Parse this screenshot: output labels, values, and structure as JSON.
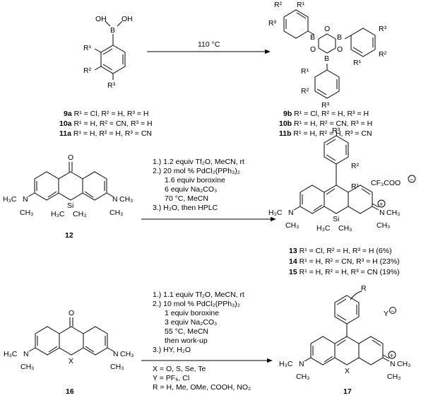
{
  "row1": {
    "arrow_label": "110 °C",
    "reactant_labels": [
      {
        "id": "9a",
        "text": " R¹ = Cl, R² = H,    R³ = H"
      },
      {
        "id": "10a",
        "text": " R¹ = H,  R² = CN, R³ = H"
      },
      {
        "id": "11a",
        "text": " R¹ = H,  R² = H,    R³ = CN"
      }
    ],
    "product_labels": [
      {
        "id": "9b",
        "text": " R¹ = Cl, R² = H,    R³ = H"
      },
      {
        "id": "10b",
        "text": " R¹ = H,  R² = CN, R³ = H"
      },
      {
        "id": "11b",
        "text": " R¹ = H,  R² = H,    R³ = CN"
      }
    ]
  },
  "row2": {
    "conditions": [
      "1.) 1.2 equiv Tf₂O, MeCN, rt",
      "2.) 20 mol % PdCl₂(PPh₃)₂",
      "1.6 equiv boroxine",
      "6 equiv Na₂CO₃",
      "70 °C, MeCN",
      "3.) H₂O, then HPLC"
    ],
    "reactant_id": "12",
    "counterion": "CF₃COO",
    "products": [
      {
        "id": "13",
        "text": " R¹ = Cl, R² = H,    R³ = H   (6%)"
      },
      {
        "id": "14",
        "text": " R¹ = H,  R² = CN, R³ = H   (23%)"
      },
      {
        "id": "15",
        "text": " R¹ = H,  R² = H,    R³ = CN (19%)"
      }
    ]
  },
  "row3": {
    "conditions": [
      "1.) 1.1 equiv Tf₂O, MeCN, rt",
      "2.) 10 mol % PdCl₂(PPh₃)₂",
      "1 equiv boroxine",
      "3 equiv Na₂CO₃",
      "55 °C, MeCN",
      "then work-up",
      "3.) HY, H₂O"
    ],
    "definitions": [
      "X = O, S, Se, Te",
      "Y = PF₆, Cl",
      "R = H, Me, OMe, COOH, NO₂"
    ],
    "reactant_id": "16",
    "product_id": "17",
    "counterion": "Y"
  },
  "atoms": {
    "B": "B",
    "OH": "OH",
    "O": "O",
    "R": "R",
    "R1": "R¹",
    "R2": "R²",
    "R3": "R³",
    "H3C": "H₃C",
    "CH3": "CH₃",
    "N": "N",
    "Si": "Si",
    "X": "X",
    "plus": "+",
    "minus": "−"
  }
}
